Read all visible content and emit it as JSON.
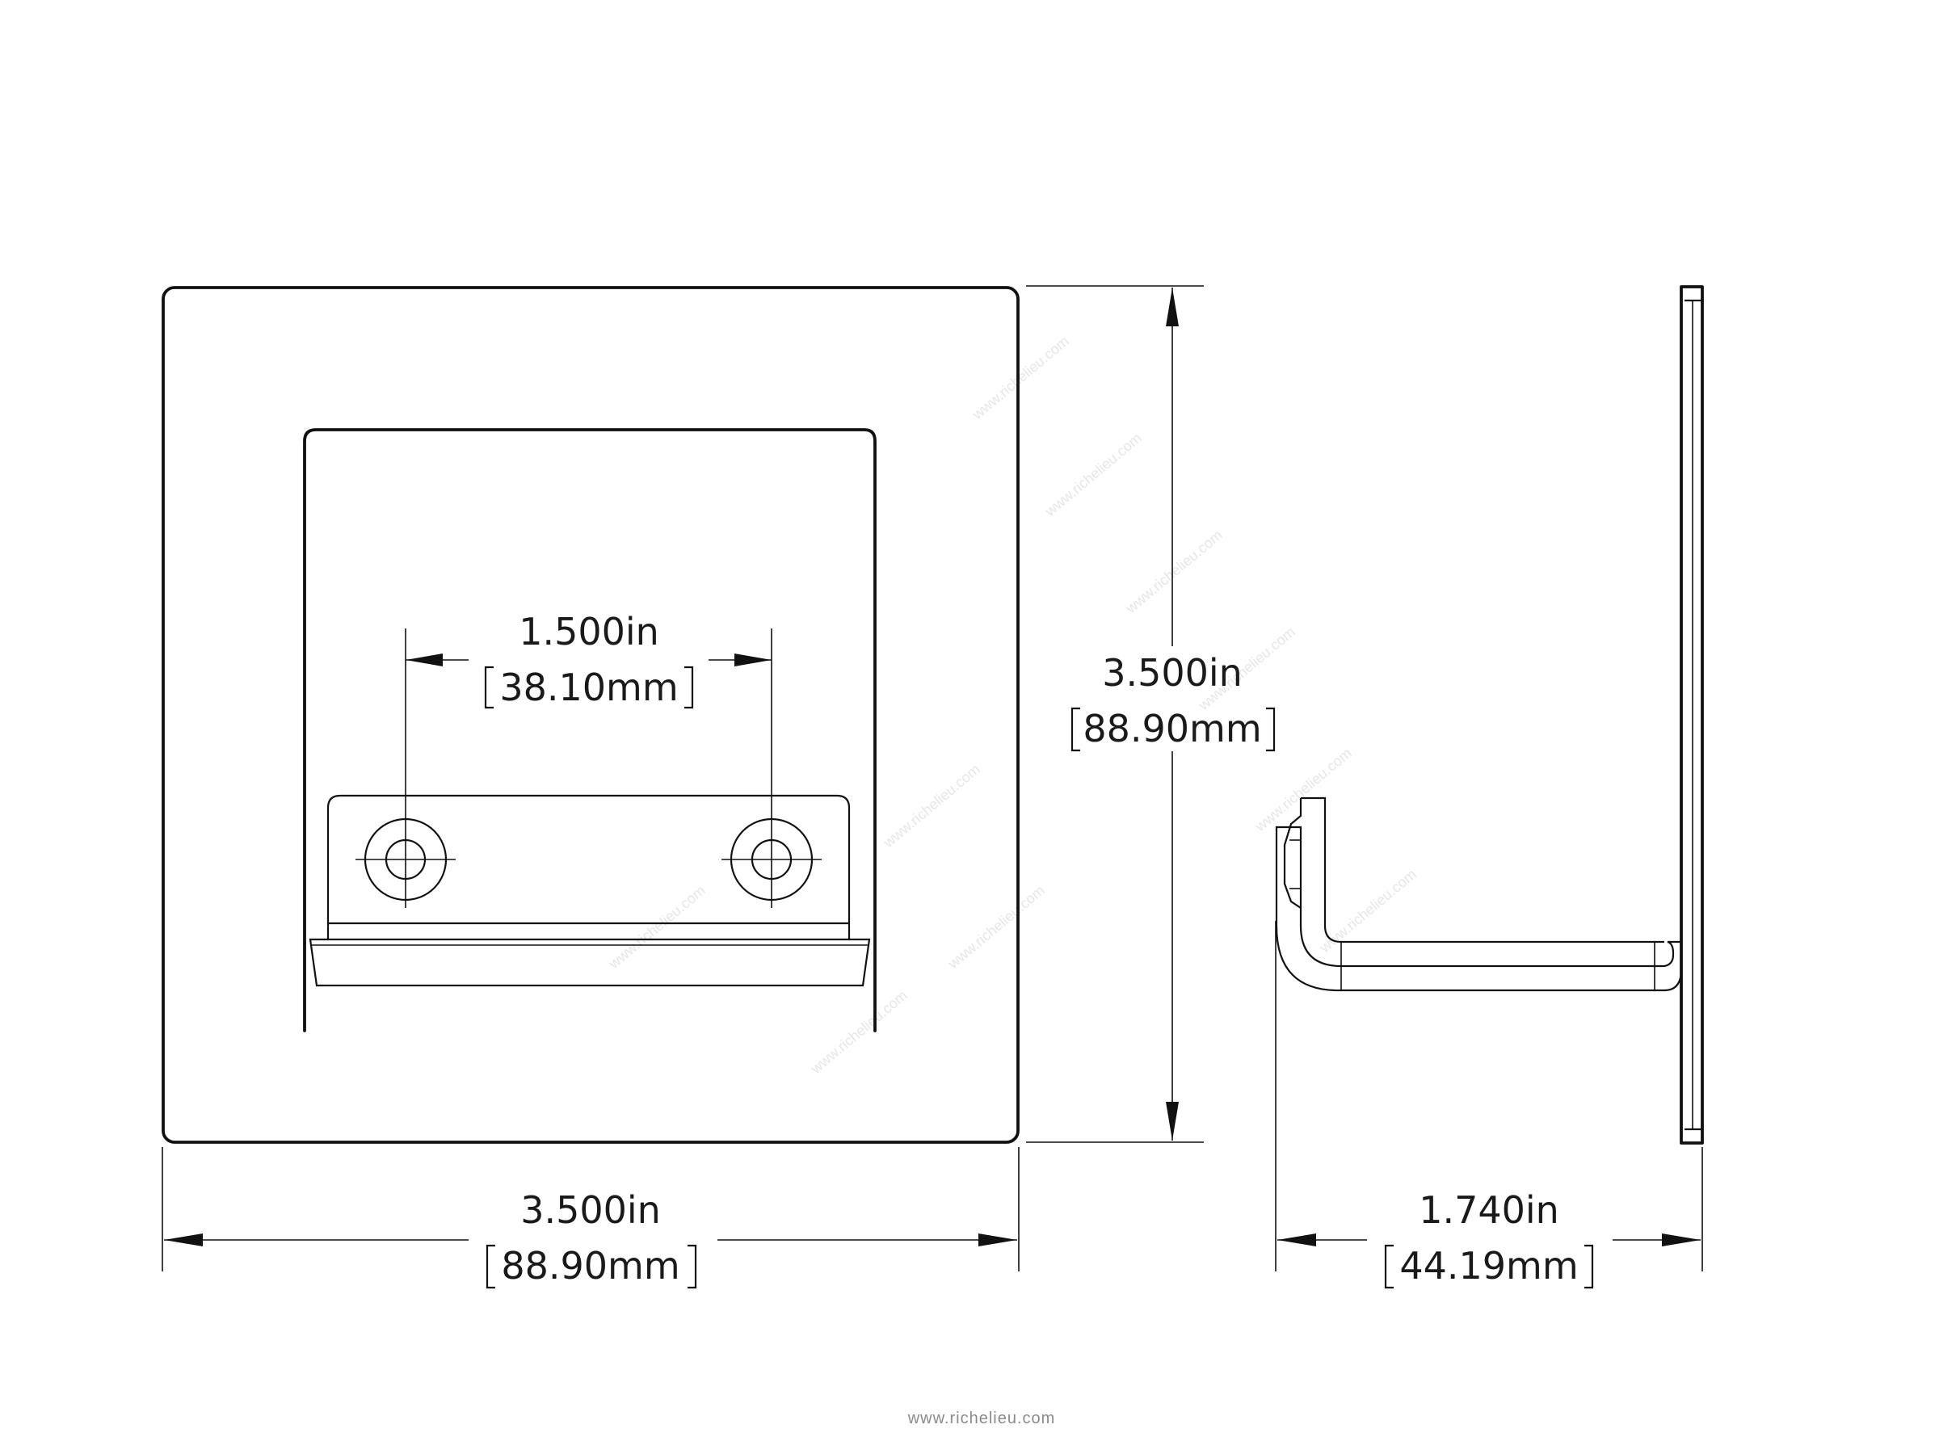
{
  "dimensions": {
    "hole_spacing": {
      "imperial": "1.500in",
      "metric": "38.10mm"
    },
    "plate_height": {
      "imperial": "3.500in",
      "metric": "88.90mm"
    },
    "plate_width": {
      "imperial": "3.500in",
      "metric": "88.90mm"
    },
    "projection_depth": {
      "imperial": "1.740in",
      "metric": "44.19mm"
    }
  },
  "watermark_text": "www.richelieu.com",
  "footer_text": "www.richelieu.com"
}
